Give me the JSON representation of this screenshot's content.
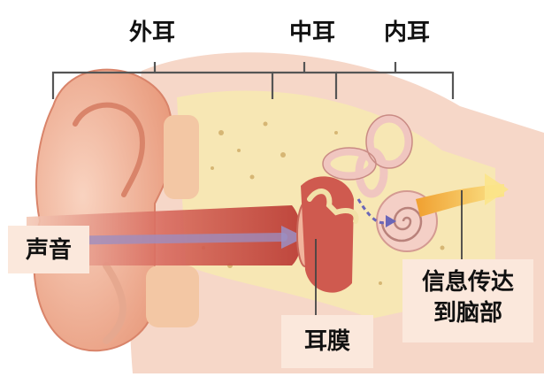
{
  "labels": {
    "outer_ear": "外耳",
    "middle_ear": "中耳",
    "inner_ear": "内耳",
    "sound": "声音",
    "eardrum": "耳膜",
    "to_brain_line1": "信息传达",
    "to_brain_line2": "到脑部"
  },
  "colors": {
    "skin": "#f2b89b",
    "skin_dark": "#d9846a",
    "bone": "#f7e7b4",
    "canal": "#c9453e",
    "nerve": "#f5c542",
    "arrow": "#9b8fc4",
    "callout_bg": "#fbe8dc",
    "bracket": "#555555"
  }
}
